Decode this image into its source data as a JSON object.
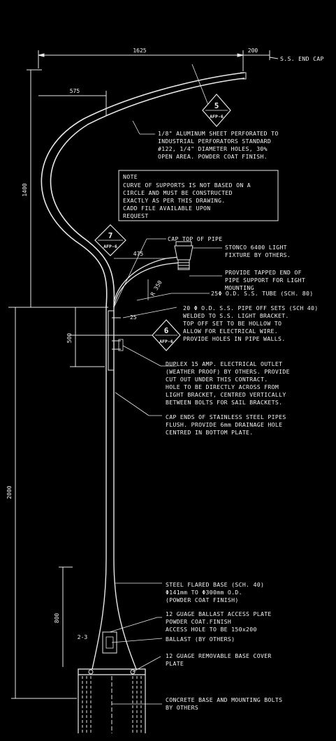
{
  "dimensions": {
    "top_width": "1625",
    "end_offset": "200",
    "inner_offset": "575",
    "total_height": "1400",
    "bracket_width": "475",
    "radius": "R 350",
    "offset_small": "25",
    "bracket_height": "500",
    "base_height": "2000",
    "base_flare_height": "800",
    "base_small": "2-3"
  },
  "detail_tags": [
    {
      "num": "5",
      "ref": "AFP-6"
    },
    {
      "num": "7",
      "ref": "AFP-6"
    },
    {
      "num": "6",
      "ref": "AFP-6"
    }
  ],
  "note": {
    "title": "NOTE",
    "lines": [
      "CURVE OF SUPPORTS IS NOT BASED ON A",
      "CIRCLE AND MUST BE CONSTRUCTED",
      "EXACTLY AS PER THIS DRAWING.",
      "CADD FILE AVAILABLE UPON",
      "REQUEST"
    ]
  },
  "callouts": {
    "end_cap": [
      "S.S. END CAP"
    ],
    "aluminum_sheet": [
      "1/8\" ALUMINUM SHEET PERFORATED TO",
      "INDUSTRIAL PERFORATORS STANDARD",
      "#122, 1/4\" DIAMETER HOLES, 30%",
      "OPEN AREA.  POWDER COAT FINISH."
    ],
    "cap_top": [
      "CAP TOP OF PIPE"
    ],
    "light_fixture": [
      "STONCO 6400 LIGHT",
      "FIXTURE BY OTHERS."
    ],
    "tapped_end": [
      "PROVIDE TAPPED END OF",
      "PIPE SUPPORT FOR LIGHT",
      "MOUNTING"
    ],
    "tube": [
      "25Φ O.D. S.S. TUBE (SCH. 80)"
    ],
    "pipe_offsets": [
      "20 Φ O.D. S.S. PIPE OFF SETS (SCH 40)",
      "WELDED TO S.S. LIGHT BRACKET.",
      "TOP OFF SET TO BE HOLLOW TO",
      "ALLOW FOR ELECTRICAL WIRE.",
      "PROVIDE HOLES IN PIPE WALLS."
    ],
    "outlet": [
      "DUPLEX 15 AMP. ELECTRICAL OUTLET",
      "(WEATHER PROOF) BY OTHERS.  PROVIDE",
      "CUT OUT UNDER THIS CONTRACT.",
      "HOLE TO BE DIRECTLY ACROSS FROM",
      "LIGHT BRACKET, CENTRED VERTICALLY",
      "BETWEEN BOLTS FOR SAIL BRACKETS."
    ],
    "cap_ends": [
      "CAP ENDS OF STAINLESS STEEL PIPES",
      "FLUSH.  PROVIDE 6mm DRAINAGE HOLE",
      "CENTRED IN BOTTOM PLATE."
    ],
    "flared_base": [
      "STEEL FLARED BASE (SCH. 40)",
      "Φ141mm TO Φ300mm O.D.",
      "(POWDER COAT FINISH)"
    ],
    "access_plate": [
      "12 GUAGE BALLAST ACCESS PLATE",
      "POWDER COAT.FINISH",
      "ACCESS HOLE TO BE 150x200"
    ],
    "ballast": [
      "BALLAST (BY OTHERS)"
    ],
    "base_cover": [
      "12 GUAGE REMOVABLE BASE COVER",
      "PLATE"
    ],
    "concrete_base": [
      "CONCRETE BASE AND MOUNTING BOLTS",
      "BY OTHERS"
    ]
  }
}
